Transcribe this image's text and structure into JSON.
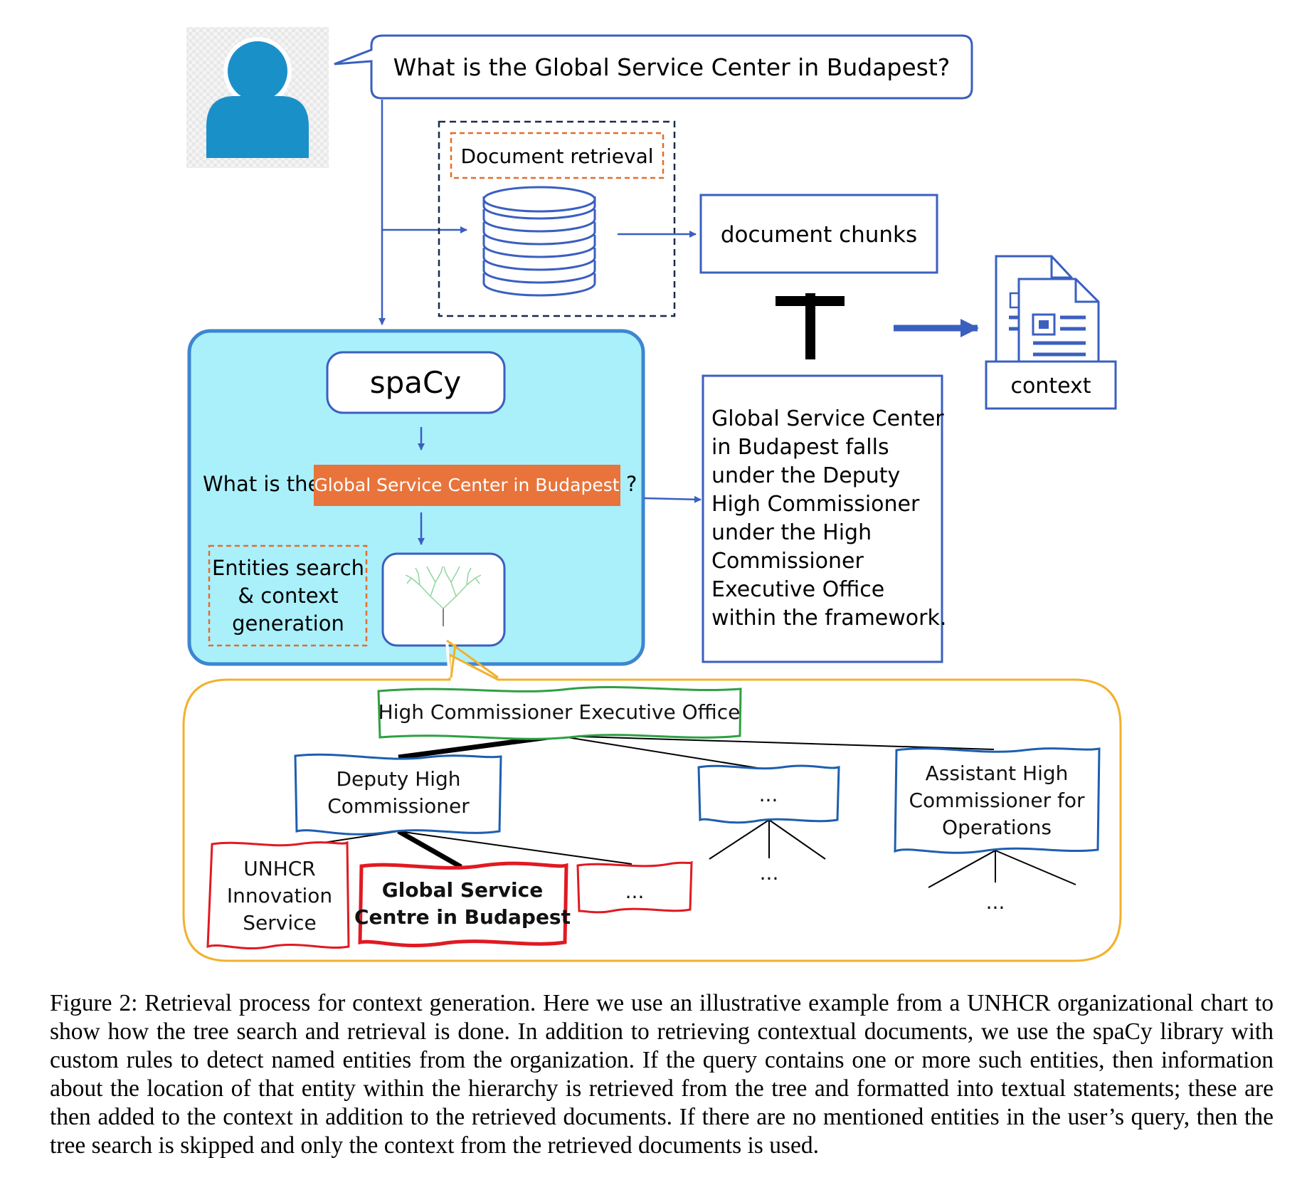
{
  "colors": {
    "blue": "#3a5fc0",
    "user_blue": "#1a90c9",
    "cyan_fill": "#aaf0fb",
    "cyan_border": "#3d86d0",
    "orange": "#e36d2d",
    "gold": "#f1b12e",
    "green": "#2ea043",
    "red": "#e01a22",
    "black": "#000000"
  },
  "query": {
    "text": "What is the Global Service Center in Budapest?"
  },
  "retrieval": {
    "label": "Document retrieval",
    "icon": "database-icon"
  },
  "chunks": {
    "label": "document chunks"
  },
  "context": {
    "label": "context",
    "icon": "documents-icon"
  },
  "spacy": {
    "label": "spaCy",
    "sentence_prefix": "What is the",
    "entity": "Global Service Center in Budapest",
    "sentence_suffix": "?",
    "entities_label": [
      "Entities search",
      "& context",
      "generation"
    ],
    "tree_icon": "tree-icon"
  },
  "statement": {
    "lines": [
      "Global Service Center",
      "in Budapest falls",
      "under the Deputy",
      "High Commissioner",
      "under the High",
      "Commissioner",
      "Executive Office",
      "within the framework."
    ]
  },
  "tree": {
    "root": "High Commissioner Executive Office",
    "deputy": [
      "Deputy High",
      "Commissioner"
    ],
    "middle": "...",
    "assistant": [
      "Assistant High",
      "Commissioner for",
      "Operations"
    ],
    "innovation": [
      "UNHCR",
      "Innovation",
      "Service"
    ],
    "gsc": [
      "Global Service",
      "Centre in Budapest"
    ],
    "deputy_other": "...",
    "middle_children": "...",
    "assistant_children": "..."
  },
  "caption": {
    "text": "Figure 2: Retrieval process for context generation. Here we use an illustrative example from a UNHCR organizational chart to show how the tree search and retrieval is done. In addition to retrieving contextual documents, we use the spaCy library with custom rules to detect named entities from the organization. If the query contains one or more such entities, then information about the location of that entity within the hierarchy is retrieved from the tree and formatted into textual statements; these are then added to the context in addition to the retrieved documents. If there are no mentioned entities in the user’s query, then the tree search is skipped and only the context from the retrieved documents is used."
  }
}
